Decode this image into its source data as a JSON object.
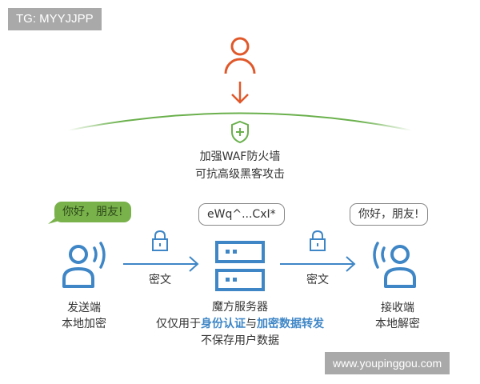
{
  "watermarks": {
    "top_left": "TG: MYYJJPP",
    "bottom_right": "www.youpinggou.com"
  },
  "colors": {
    "attacker": "#e0582a",
    "firewall": "#6ab04c",
    "primary": "#3e86c6",
    "bubble_green": "#79b14b",
    "text": "#333333"
  },
  "firewall": {
    "line1": "加强WAF防火墙",
    "line2": "可抗高级黑客攻击"
  },
  "sender": {
    "bubble": "你好，朋友!",
    "label1": "发送端",
    "label2": "本地加密"
  },
  "server": {
    "bubble": "eWq^...CxI*",
    "label1": "魔方服务器",
    "label2_pre": "仅仅用于",
    "label2_hl1": "身份认证",
    "label2_mid": "与",
    "label2_hl2": "加密数据转发",
    "label3": "不保存用户数据"
  },
  "receiver": {
    "bubble": "你好，朋友!",
    "label1": "接收端",
    "label2": "本地解密"
  },
  "links": [
    {
      "label": "密文",
      "icon": "lock-icon"
    },
    {
      "label": "密文",
      "icon": "lock-icon"
    }
  ]
}
